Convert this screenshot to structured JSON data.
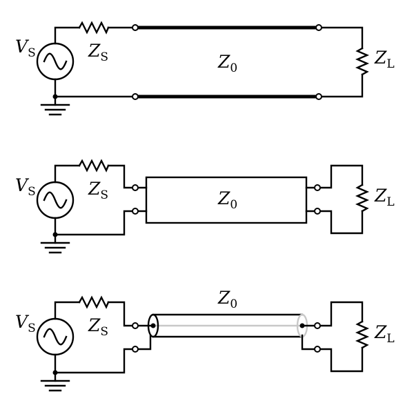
{
  "colors": {
    "line": "#000000",
    "background": "#ffffff",
    "coax": "#c8c8c8"
  },
  "labels": {
    "vs": {
      "main": "V",
      "sub": "S"
    },
    "zs": {
      "main": "Z",
      "sub": "S"
    },
    "z0": {
      "main": "Z",
      "sub": "0"
    },
    "zl": {
      "main": "Z",
      "sub": "L"
    }
  },
  "panels": [
    {
      "variant": "two-wire-line"
    },
    {
      "variant": "black-box-two-port"
    },
    {
      "variant": "coaxial-cable"
    }
  ]
}
